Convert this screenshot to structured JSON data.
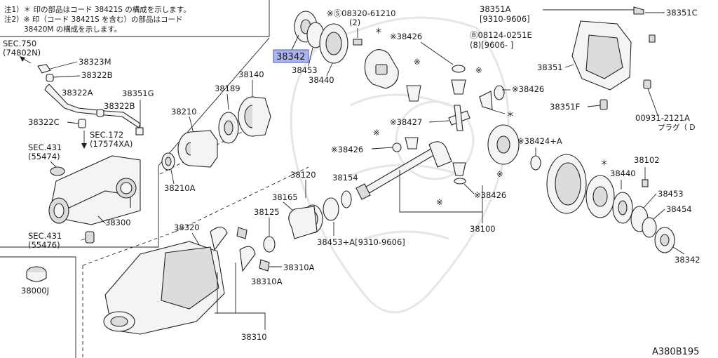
{
  "notes": [
    "注1）＊ 印の部品はコード 38421S の構成を示します。",
    "注2）※ 印（コード 38421S を含む）の部品はコード",
    "38420M の構成を示します。"
  ],
  "callouts": {
    "sec750": "SEC.750",
    "sec750_sub": "(74802N)",
    "p38323M": "38323M",
    "p38322B_top": "38322B",
    "p38322A": "38322A",
    "p38351G": "38351G",
    "p38322B": "38322B",
    "p38322C": "38322C",
    "sec172": "SEC.172",
    "sec172_sub": "(17574XA)",
    "sec431a": "SEC.431",
    "sec431a_sub": "(55474)",
    "p38300": "38300",
    "sec431b": "SEC.431",
    "sec431b_sub": "(55476)",
    "p38000J": "38000J",
    "p38342_hl": "38342",
    "p38453_top": "38453",
    "p38440_top": "38440",
    "p08320": "※Ⓢ08320-61210",
    "p08320_qty": "(2)",
    "p38426_a": "※38426",
    "p08124": "Ⓑ08124-0251E",
    "p08124_sub": "(8)[9606-      ]",
    "p38351A": "38351A",
    "p38351A_sub": "[9310-9606]",
    "p38351C": "38351C",
    "p38351": "38351",
    "p38426_b": "※38426",
    "p38351F": "38351F",
    "p00931": "00931-2121A",
    "p00931_sub": "プラグ（ D",
    "p38140": "38140",
    "p38189": "38189",
    "p38210": "38210",
    "p38210A": "38210A",
    "p38427": "※38427",
    "p38424A": "※38424+A",
    "p38426_c": "※38426",
    "p38120": "38120",
    "p38154": "38154",
    "p38165": "38165",
    "p38125": "38125",
    "p38426_d": "※38426",
    "p38100": "38100",
    "p38453A": "38453+A[9310-9606]",
    "p38102": "38102",
    "p38440_r": "38440",
    "p38453_r": "38453",
    "p38454": "38454",
    "p38342_r": "38342",
    "p38320": "38320",
    "p38310A_a": "38310A",
    "p38310A_b": "38310A",
    "p38310": "38310",
    "diagram_code": "A380B195",
    "mark_star": "＊",
    "mark_kome": "※"
  }
}
